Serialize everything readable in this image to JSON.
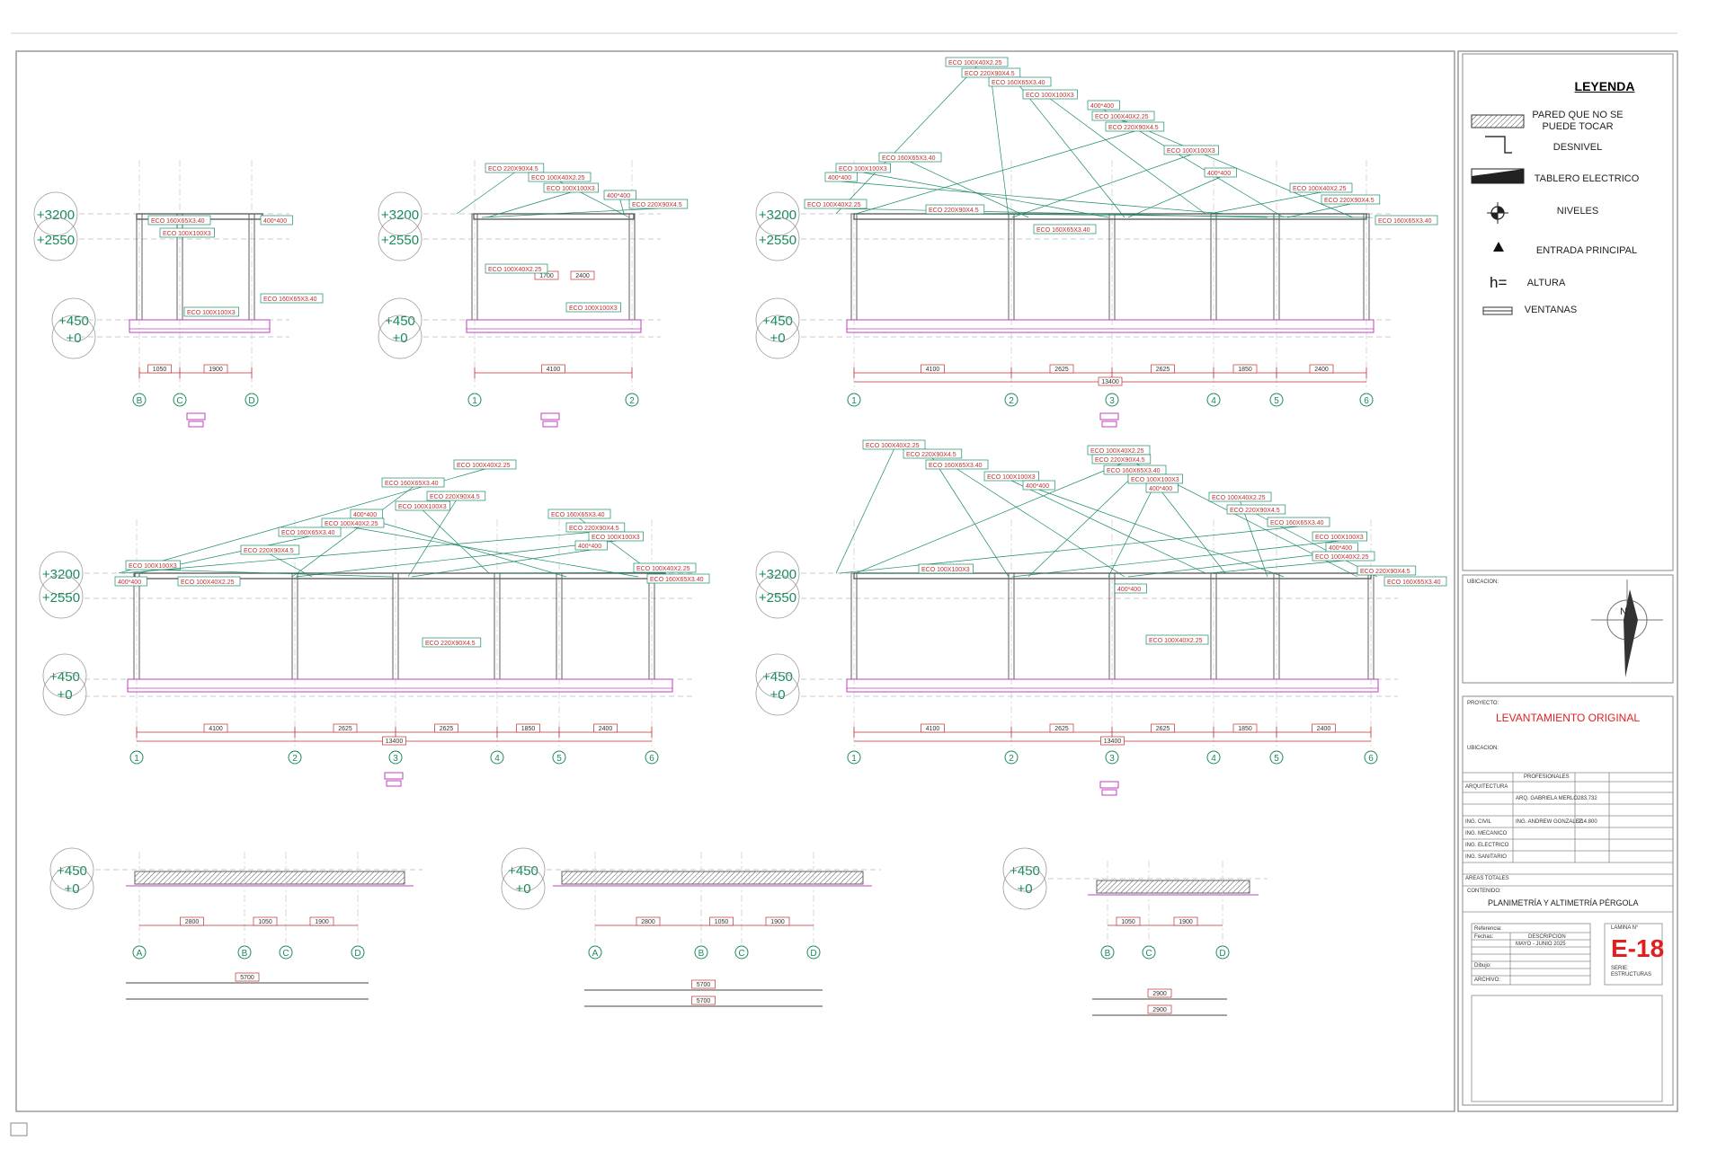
{
  "legend": {
    "title": "LEYENDA",
    "items": [
      {
        "label": "PARED QUE NO SE PUEDE TOCAR",
        "icon": "hatched-wall-icon"
      },
      {
        "label": "DESNIVEL",
        "icon": "level-step-icon"
      },
      {
        "label": "TABLERO ELECTRICO",
        "icon": "electrical-panel-icon"
      },
      {
        "label": "NIVELES",
        "icon": "level-marker-icon"
      },
      {
        "label": "ENTRADA PRINCIPAL",
        "icon": "triangle-icon"
      },
      {
        "label": "ALTURA",
        "symbol": "h="
      },
      {
        "label": "VENTANAS",
        "icon": "window-icon"
      }
    ]
  },
  "title_block": {
    "ubicacion_label": "UBICACION:",
    "proyecto_label": "PROYECTO:",
    "project_title": "LEVANTAMIENTO ORIGINAL",
    "contenido_label": "CONTENIDO:",
    "content_title": "PLANIMETRÍA Y ALTIMETRÍA PÉRGOLA",
    "profesionales_header": "PROFESIONALES",
    "roles": [
      "ARQUITECTURA",
      "ING. CIVIL",
      "ING. MECANICO",
      "ING. ELECTRICO",
      "ING. SANITARIO",
      "AREAS TOTALES"
    ],
    "names": [
      "ARQ. GABRIELA MERLO",
      "ING. ANDREW GONZALEZ"
    ],
    "civ_numbers": [
      "283.732",
      "214.800"
    ],
    "references": [
      "Referencia:",
      "Fechas:",
      "Dibujo:",
      "ARCHIVO:"
    ],
    "descripcion_label": "DESCRIPCION",
    "date_range": "MAYO - JUNIO 2025",
    "lamina_label": "LAMINA N°",
    "sheet_number": "E-18",
    "serie_label": "SERIE:",
    "serie_value": "ESTRUCTURAS"
  },
  "colors": {
    "sheet_border": "#9a9a9a",
    "structure": "#606060",
    "dimension": "#c03030",
    "level_marker": "#1a8a5a",
    "beam_highlight": "#c040c0",
    "label_leader": "#1a8a6a",
    "title_red": "#e02020",
    "axis_bubble": "#1a8a5a"
  },
  "drawings": {
    "views": [
      {
        "id": "view-1",
        "levels": [
          "+3200",
          "+2550",
          "+450",
          "+0"
        ],
        "axes": [
          "B",
          "C",
          "D"
        ],
        "dimensions": [
          "1050",
          "1900"
        ],
        "labels": [
          "ECO 160X65X3.40",
          "ECO 100X100X3",
          "400*400"
        ]
      },
      {
        "id": "view-2",
        "levels": [
          "+3200",
          "+2550",
          "+450",
          "+0"
        ],
        "axes": [
          "1",
          "2"
        ],
        "dimensions": [
          "4100",
          "1700",
          "2400"
        ],
        "labels": [
          "ECO 220X90X4.5",
          "ECO 100X40X2.25",
          "ECO 100X100X3",
          "400*400"
        ]
      },
      {
        "id": "view-3",
        "levels": [
          "+3200",
          "+2550",
          "+450",
          "+0"
        ],
        "axes": [
          "1",
          "2",
          "3",
          "4",
          "5",
          "6"
        ],
        "dimensions": [
          "4100",
          "2625",
          "2625",
          "1850",
          "2400",
          "13400"
        ],
        "labels": [
          "ECO 100X40X2.25",
          "ECO 220X90X4.5",
          "ECO 160X65X3.40",
          "ECO 100X100X3",
          "400*400"
        ]
      },
      {
        "id": "view-4",
        "levels": [
          "+3200",
          "+2550",
          "+450",
          "+0"
        ],
        "axes": [
          "1",
          "2",
          "3",
          "4",
          "5",
          "6"
        ],
        "dimensions": [
          "4100",
          "2625",
          "2625",
          "1850",
          "2400",
          "13400"
        ],
        "labels": [
          "ECO 100X40X2.25",
          "ECO 160X65X3.40",
          "ECO 220X90X4.5",
          "ECO 100X100X3",
          "400*400"
        ]
      },
      {
        "id": "view-5",
        "levels": [
          "+3200",
          "+2550",
          "+450",
          "+0"
        ],
        "axes": [
          "1",
          "2",
          "3",
          "4",
          "5",
          "6"
        ],
        "dimensions": [
          "4100",
          "2625",
          "2625",
          "1850",
          "2400",
          "13400"
        ],
        "labels": [
          "ECO 100X40X2.25",
          "ECO 220X90X4.5",
          "ECO 160X65X3.40",
          "ECO 100X100X3",
          "400*400"
        ]
      },
      {
        "id": "view-6",
        "levels": [
          "+450",
          "+0"
        ],
        "axes": [
          "A",
          "B",
          "C",
          "D"
        ],
        "dimensions": [
          "2800",
          "1050",
          "1900",
          "5700"
        ]
      },
      {
        "id": "view-7",
        "levels": [
          "+450",
          "+0"
        ],
        "axes": [
          "A",
          "B",
          "C",
          "D"
        ],
        "dimensions": [
          "2800",
          "1050",
          "1900",
          "5700",
          "5700",
          "5700"
        ]
      },
      {
        "id": "view-8",
        "levels": [
          "+450",
          "+0"
        ],
        "axes": [
          "B",
          "C",
          "D"
        ],
        "dimensions": [
          "1050",
          "1900",
          "2900",
          "2900"
        ]
      }
    ]
  }
}
